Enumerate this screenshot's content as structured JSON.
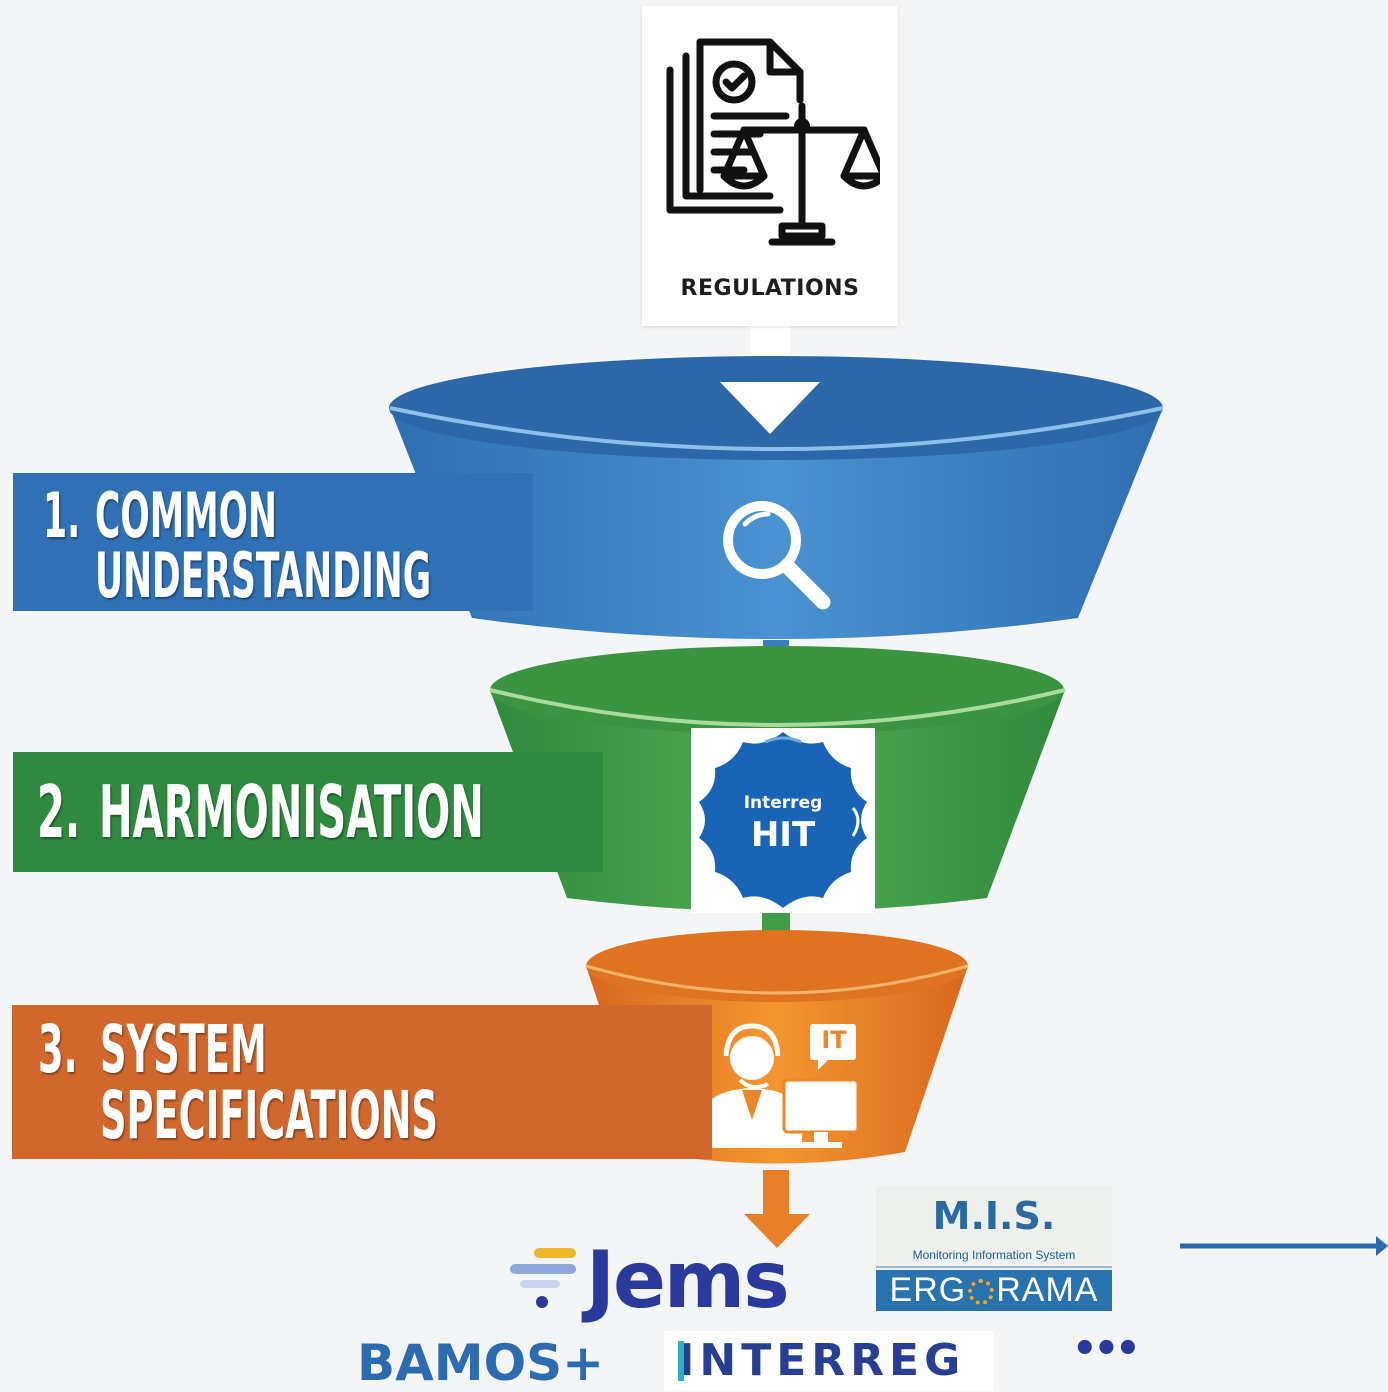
{
  "input": {
    "label": "REGULATIONS",
    "icon": "regulations-document-scale-icon"
  },
  "steps": [
    {
      "number": "1.",
      "line1": "COMMON",
      "line2": "UNDERSTANDING",
      "color": "#2f71b4",
      "icon": "magnifier-icon"
    },
    {
      "number": "2.",
      "line1": "HARMONISATION",
      "line2": "",
      "color": "#2f8a3f",
      "icon": "interreg-hit-badge"
    },
    {
      "number": "3.",
      "line1": "SYSTEM",
      "line2": "SPECIFICATIONS",
      "color": "#d1672c",
      "icon": "it-support-icon"
    }
  ],
  "hit_badge": {
    "line1": "Interreg",
    "line2": "HIT"
  },
  "it_bubble": "IT",
  "outputs": {
    "jems": "Jems",
    "mis": {
      "title": "M.I.S.",
      "subtitle": "Monitoring Information System",
      "name_left": "ERG",
      "name_right": "RAMA"
    },
    "bamos": "BAMOS+",
    "interreg": "INTERREG",
    "more": "•••"
  },
  "colors": {
    "blue": "#3c86c8",
    "green": "#45a349",
    "orange": "#ed8628",
    "arrow": "#2c6ab0"
  }
}
